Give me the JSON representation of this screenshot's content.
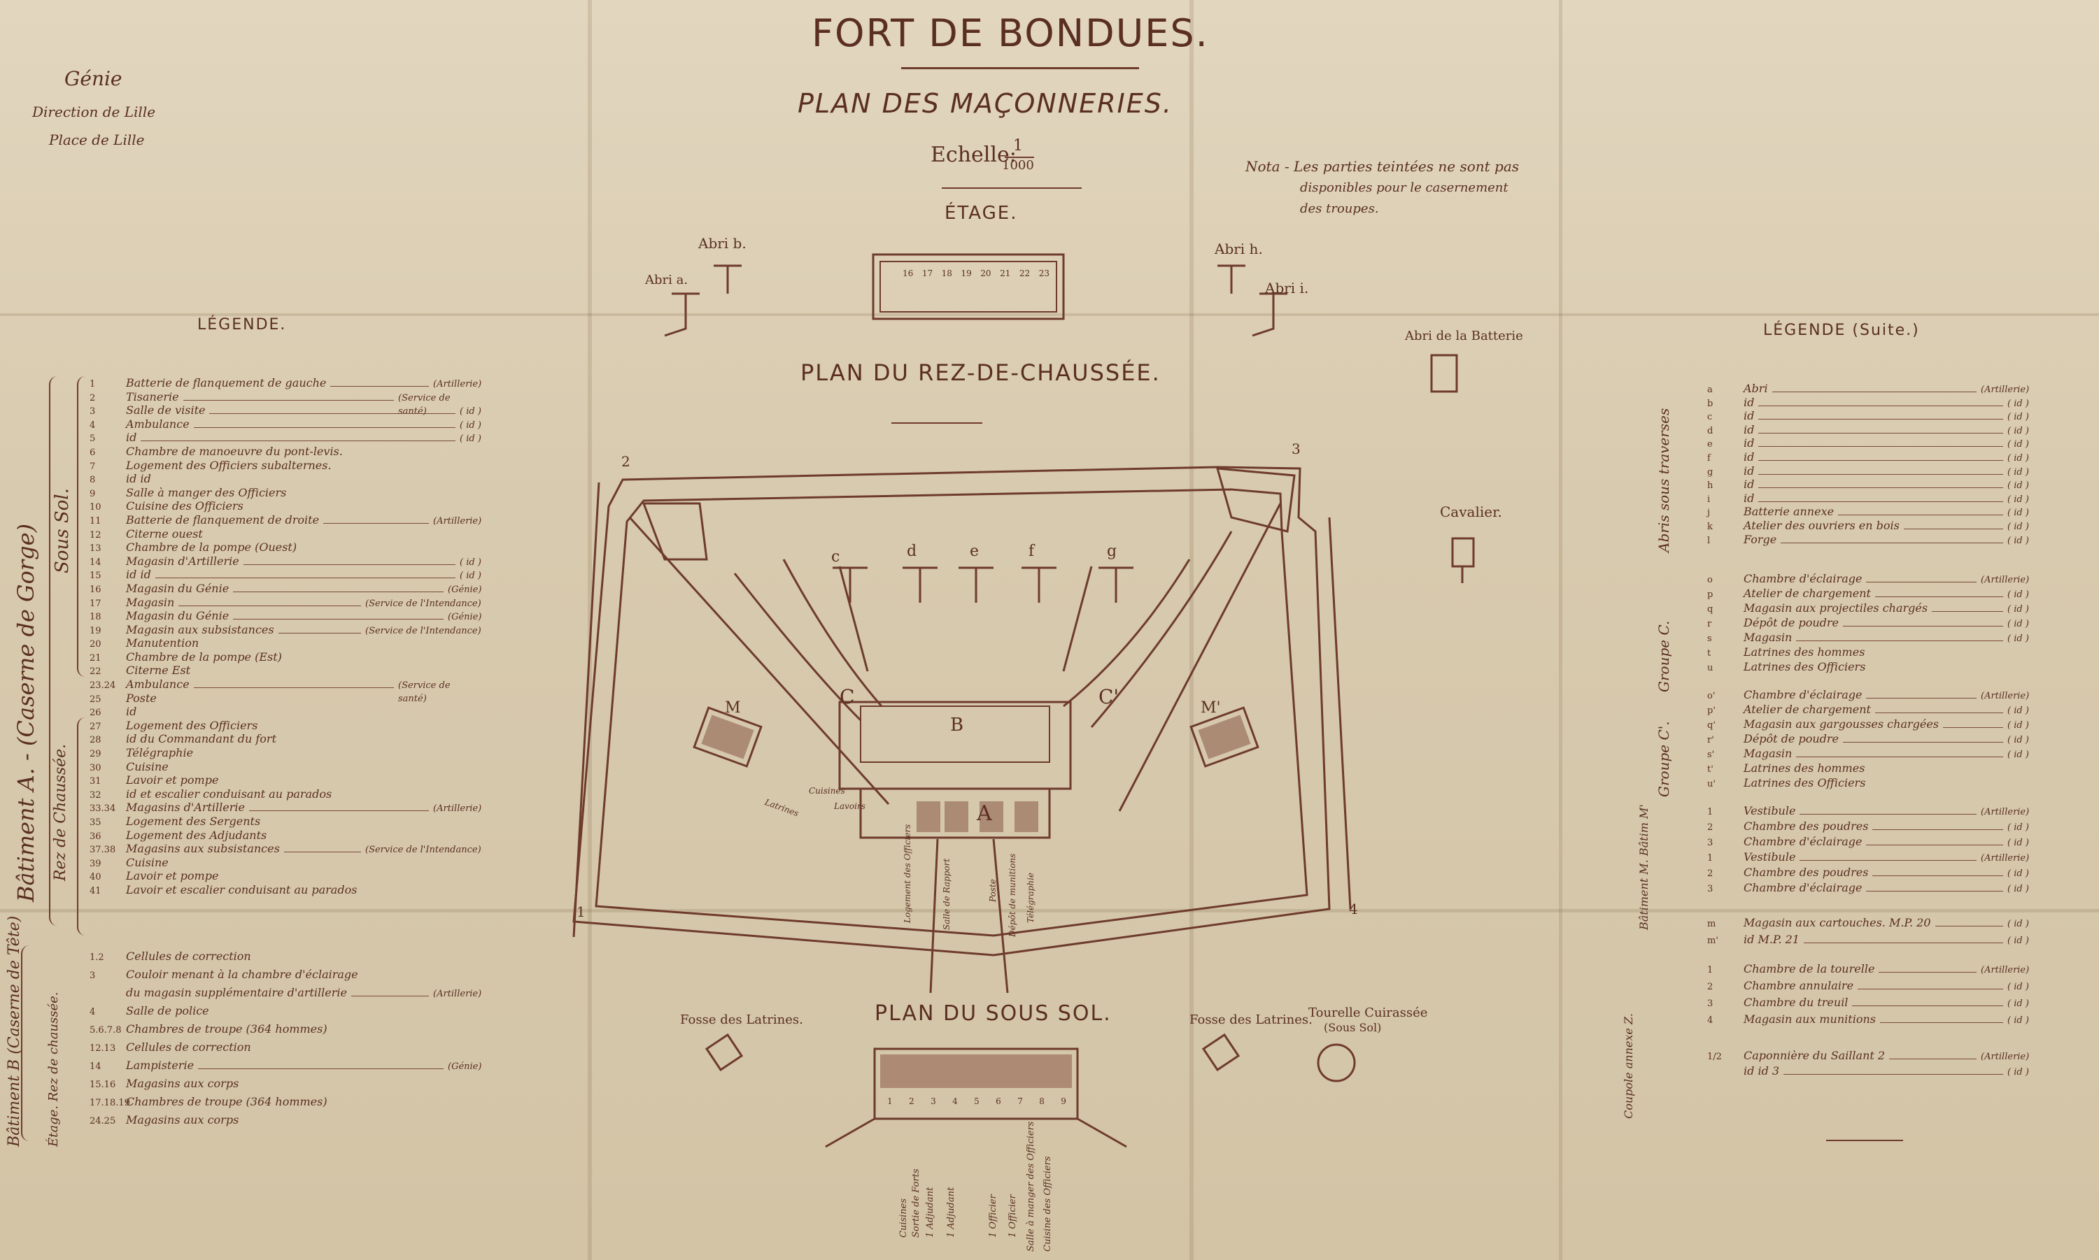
{
  "header": {
    "title": "FORT DE BONDUES.",
    "subtitle": "PLAN DES MAÇONNERIES.",
    "scale_label": "Echelle:",
    "scale_num": "1",
    "scale_den": "1000",
    "nota": [
      "Nota - Les parties teintées ne sont pas",
      "disponibles pour le casernement",
      "des troupes."
    ]
  },
  "corner": [
    "Génie",
    "Direction de Lille",
    "Place de Lille"
  ],
  "sections": {
    "etage": "ÉTAGE.",
    "rdc": "PLAN DU REZ-DE-CHAUSSÉE.",
    "sous_sol": "PLAN DU SOUS SOL."
  },
  "map_labels": {
    "abri_a": "Abri a.",
    "abri_b": "Abri b.",
    "abri_h": "Abri h.",
    "abri_i": "Abri i.",
    "abri_batterie": "Abri de la Batterie",
    "cavalier": "Cavalier.",
    "fosse_left": "Fosse des Latrines.",
    "fosse_right": "Fosse des Latrines.",
    "tourelle": "Tourelle Cuirassée",
    "tourelle_sub": "(Sous Sol)",
    "corner_1": "1",
    "corner_2": "2",
    "corner_3": "3",
    "corner_4": "4",
    "c_left": "C",
    "c_right": "C'",
    "a_center": "A",
    "b_center": "B",
    "m_left": "M",
    "m_right": "M'",
    "abri_letters": [
      "c",
      "d",
      "e",
      "f",
      "g"
    ],
    "etage_rooms": [
      "16",
      "17",
      "18",
      "19",
      "20",
      "21",
      "22",
      "23"
    ],
    "ss_rooms": [
      "1",
      "2",
      "3",
      "4",
      "5",
      "6",
      "7",
      "8",
      "9"
    ]
  },
  "legend_left": {
    "title": "LÉGENDE.",
    "group_a": "Bâtiment A. - (Caserne de Gorge)",
    "sous_sol": "Sous Sol.",
    "rez": "Rez de Chaussée.",
    "group_b": "Bâtiment B (Caserne de Tête)",
    "etage_b": "Étage. Rez de chaussée.",
    "items_a": [
      {
        "n": "1",
        "t": "Batterie de flanquement de gauche",
        "r": "(Artillerie)"
      },
      {
        "n": "2",
        "t": "Tisanerie",
        "r": "(Service de santé)"
      },
      {
        "n": "3",
        "t": "Salle de visite",
        "r": "( id )"
      },
      {
        "n": "4",
        "t": "Ambulance",
        "r": "( id )"
      },
      {
        "n": "5",
        "t": "id",
        "r": "( id )"
      },
      {
        "n": "6",
        "t": "Chambre de manoeuvre du pont-levis.",
        "r": ""
      },
      {
        "n": "7",
        "t": "Logement des Officiers subalternes.",
        "r": ""
      },
      {
        "n": "8",
        "t": "id   id",
        "r": ""
      },
      {
        "n": "9",
        "t": "Salle à manger des Officiers",
        "r": ""
      },
      {
        "n": "10",
        "t": "Cuisine des Officiers",
        "r": ""
      },
      {
        "n": "11",
        "t": "Batterie de flanquement de droite",
        "r": "(Artillerie)"
      },
      {
        "n": "12",
        "t": "Citerne ouest",
        "r": ""
      },
      {
        "n": "13",
        "t": "Chambre de la pompe (Ouest)",
        "r": ""
      },
      {
        "n": "14",
        "t": "Magasin d'Artillerie",
        "r": "( id )"
      },
      {
        "n": "15",
        "t": "id   id",
        "r": "( id )"
      },
      {
        "n": "16",
        "t": "Magasin du Génie",
        "r": "(Génie)"
      },
      {
        "n": "17",
        "t": "Magasin",
        "r": "(Service de l'Intendance)"
      },
      {
        "n": "18",
        "t": "Magasin du Génie",
        "r": "(Génie)"
      },
      {
        "n": "19",
        "t": "Magasin aux subsistances",
        "r": "(Service de l'Intendance)"
      },
      {
        "n": "20",
        "t": "Manutention",
        "r": ""
      },
      {
        "n": "21",
        "t": "Chambre de la pompe (Est)",
        "r": ""
      },
      {
        "n": "22",
        "t": "Citerne Est",
        "r": ""
      },
      {
        "n": "23.24",
        "t": "Ambulance",
        "r": "(Service de santé)"
      },
      {
        "n": "25",
        "t": "Poste",
        "r": ""
      },
      {
        "n": "26",
        "t": "id",
        "r": ""
      },
      {
        "n": "27",
        "t": "Logement des Officiers",
        "r": ""
      },
      {
        "n": "28",
        "t": "id du Commandant du fort",
        "r": ""
      },
      {
        "n": "29",
        "t": "Télégraphie",
        "r": ""
      },
      {
        "n": "30",
        "t": "Cuisine",
        "r": ""
      },
      {
        "n": "31",
        "t": "Lavoir et pompe",
        "r": ""
      },
      {
        "n": "32",
        "t": "id et escalier conduisant au parados",
        "r": ""
      },
      {
        "n": "33.34",
        "t": "Magasins d'Artillerie",
        "r": "(Artillerie)"
      },
      {
        "n": "35",
        "t": "Logement des Sergents",
        "r": ""
      },
      {
        "n": "36",
        "t": "Logement des Adjudants",
        "r": ""
      },
      {
        "n": "37.38",
        "t": "Magasins aux subsistances",
        "r": "(Service de l'Intendance)"
      },
      {
        "n": "39",
        "t": "Cuisine",
        "r": ""
      },
      {
        "n": "40",
        "t": "Lavoir et pompe",
        "r": ""
      },
      {
        "n": "41",
        "t": "Lavoir et escalier conduisant au parados",
        "r": ""
      }
    ],
    "items_b": [
      {
        "n": "1.2",
        "t": "Cellules de correction",
        "r": ""
      },
      {
        "n": "3",
        "t": "Couloir menant à la chambre d'éclairage",
        "r": ""
      },
      {
        "n": "",
        "t": "du magasin supplémentaire d'artillerie",
        "r": "(Artillerie)"
      },
      {
        "n": "4",
        "t": "Salle de police",
        "r": ""
      },
      {
        "n": "5.6.7.8",
        "t": "Chambres de troupe (364 hommes)",
        "r": ""
      },
      {
        "n": "12.13",
        "t": "Cellules de correction",
        "r": ""
      },
      {
        "n": "14",
        "t": "Lampisterie",
        "r": "(Génie)"
      },
      {
        "n": "15.16",
        "t": "Magasins aux corps",
        "r": ""
      },
      {
        "n": "17.18.19",
        "t": "Chambres de troupe (364 hommes)",
        "r": ""
      },
      {
        "n": "24.25",
        "t": "Magasins aux corps",
        "r": ""
      }
    ]
  },
  "legend_right": {
    "title": "LÉGENDE (Suite.)",
    "abris_label": "Abris sous traverses",
    "groupe_c": "Groupe C.",
    "groupe_c2": "Groupe C'.",
    "batiment_m": "Bâtiment M. Bâtim M'",
    "caponniere": "Coupole annexe Z.",
    "items_abris": [
      {
        "n": "a",
        "t": "Abri",
        "r": "(Artillerie)"
      },
      {
        "n": "b",
        "t": "id",
        "r": "( id )"
      },
      {
        "n": "c",
        "t": "id",
        "r": "( id )"
      },
      {
        "n": "d",
        "t": "id",
        "r": "( id )"
      },
      {
        "n": "e",
        "t": "id",
        "r": "( id )"
      },
      {
        "n": "f",
        "t": "id",
        "r": "( id )"
      },
      {
        "n": "g",
        "t": "id",
        "r": "( id )"
      },
      {
        "n": "h",
        "t": "id",
        "r": "( id )"
      },
      {
        "n": "i",
        "t": "id",
        "r": "( id )"
      },
      {
        "n": "j",
        "t": "Batterie annexe",
        "r": "( id )"
      },
      {
        "n": "k",
        "t": "Atelier des ouvriers en bois",
        "r": "( id )"
      },
      {
        "n": "l",
        "t": "Forge",
        "r": "( id )"
      }
    ],
    "items_c": [
      {
        "n": "o",
        "t": "Chambre d'éclairage",
        "r": "(Artillerie)"
      },
      {
        "n": "p",
        "t": "Atelier de chargement",
        "r": "( id )"
      },
      {
        "n": "q",
        "t": "Magasin aux projectiles chargés",
        "r": "( id )"
      },
      {
        "n": "r",
        "t": "Dépôt de poudre",
        "r": "( id )"
      },
      {
        "n": "s",
        "t": "Magasin",
        "r": "( id )"
      },
      {
        "n": "t",
        "t": "Latrines des hommes",
        "r": ""
      },
      {
        "n": "u",
        "t": "Latrines des Officiers",
        "r": ""
      }
    ],
    "items_c2": [
      {
        "n": "o'",
        "t": "Chambre d'éclairage",
        "r": "(Artillerie)"
      },
      {
        "n": "p'",
        "t": "Atelier de chargement",
        "r": "( id )"
      },
      {
        "n": "q'",
        "t": "Magasin aux gargousses chargées",
        "r": "( id )"
      },
      {
        "n": "r'",
        "t": "Dépôt de poudre",
        "r": "( id )"
      },
      {
        "n": "s'",
        "t": "Magasin",
        "r": "( id )"
      },
      {
        "n": "t'",
        "t": "Latrines des hommes",
        "r": ""
      },
      {
        "n": "u'",
        "t": "Latrines des Officiers",
        "r": ""
      }
    ],
    "items_m": [
      {
        "n": "1",
        "t": "Vestibule",
        "r": "(Artillerie)"
      },
      {
        "n": "2",
        "t": "Chambre des poudres",
        "r": "( id )"
      },
      {
        "n": "3",
        "t": "Chambre d'éclairage",
        "r": "( id )"
      },
      {
        "n": "1",
        "t": "Vestibule",
        "r": "(Artillerie)"
      },
      {
        "n": "2",
        "t": "Chambre des poudres",
        "r": "( id )"
      },
      {
        "n": "3",
        "t": "Chambre d'éclairage",
        "r": "( id )"
      }
    ],
    "items_mp": [
      {
        "n": "m",
        "t": "Magasin aux cartouches. M.P. 20",
        "r": "( id )"
      },
      {
        "n": "m'",
        "t": "id   M.P. 21",
        "r": "( id )"
      }
    ],
    "items_z": [
      {
        "n": "1",
        "t": "Chambre de la tourelle",
        "r": "(Artillerie)"
      },
      {
        "n": "2",
        "t": "Chambre annulaire",
        "r": "( id )"
      },
      {
        "n": "3",
        "t": "Chambre du treuil",
        "r": "( id )"
      },
      {
        "n": "4",
        "t": "Magasin aux munitions",
        "r": "( id )"
      }
    ],
    "items_cap": [
      {
        "n": "1/2",
        "t": "Caponnière du Saillant 2",
        "r": "(Artillerie)"
      },
      {
        "n": "",
        "t": "id   id   3",
        "r": "( id )"
      }
    ]
  },
  "sous_sol_labels": [
    "Cuisines",
    "Sortie de Forts",
    "1 Adjudant",
    "1 Adjudant",
    "1 Officier",
    "1 Officier",
    "Salle à manger des Officiers",
    "Cuisine des Officiers"
  ],
  "rdc_labels": [
    "Latrines",
    "Cuisines",
    "Lavoirs",
    "Salle de Rapport",
    "Poste",
    "Logement des Officiers",
    "Télégraphie",
    "Dépôt de munitions"
  ]
}
